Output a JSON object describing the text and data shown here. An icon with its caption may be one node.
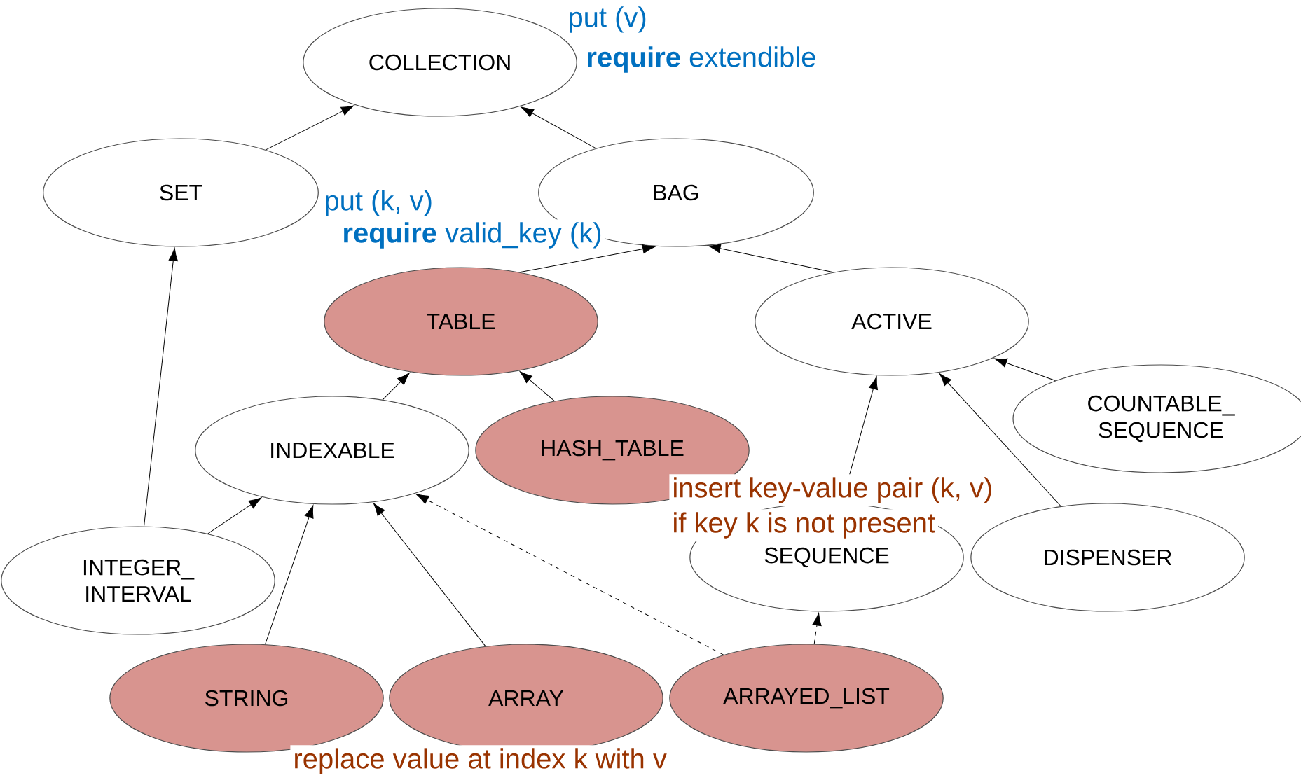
{
  "diagram": {
    "nodes": [
      {
        "text": [
          "COLLECTION"
        ]
      },
      {
        "text": [
          "SET"
        ]
      },
      {
        "text": [
          "BAG"
        ]
      },
      {
        "text": [
          "TABLE"
        ]
      },
      {
        "text": [
          "ACTIVE"
        ]
      },
      {
        "text": [
          "INDEXABLE"
        ]
      },
      {
        "text": [
          "HASH_TABLE"
        ]
      },
      {
        "text": [
          "COUNTABLE_ SEQUENCE"
        ]
      },
      {
        "text": [
          "INTEGER_ INTERVAL"
        ]
      },
      {
        "text": [
          "SEQUENCE"
        ]
      },
      {
        "text": [
          "DISPENSER"
        ]
      },
      {
        "text": [
          "STRING"
        ]
      },
      {
        "text": [
          "ARRAY"
        ]
      },
      {
        "text": [
          "ARRAYED_LIST"
        ]
      }
    ],
    "edges": [
      {
        "from": 1,
        "to": 0,
        "arrow": "to"
      },
      {
        "from": 2,
        "to": 0,
        "arrow": "to"
      },
      {
        "from": 3,
        "to": 2,
        "arrow": "to"
      },
      {
        "from": 4,
        "to": 2,
        "arrow": "to"
      },
      {
        "from": 5,
        "to": 3,
        "arrow": "to"
      },
      {
        "from": 6,
        "to": 3,
        "arrow": "to"
      },
      {
        "from": 7,
        "to": 4,
        "arrow": "to"
      },
      {
        "from": 9,
        "to": 4,
        "arrow": "to"
      },
      {
        "from": 10,
        "to": 4,
        "arrow": "to"
      },
      {
        "from": 8,
        "to": 1,
        "arrow": "to"
      },
      {
        "from": 8,
        "to": 5,
        "arrow": "to"
      },
      {
        "from": 11,
        "to": 5,
        "arrow": "to"
      },
      {
        "from": 12,
        "to": 5,
        "arrow": "to"
      },
      {
        "from": 13,
        "to": 5,
        "arrow": "to",
        "style": "dashed"
      },
      {
        "from": 13,
        "to": 9,
        "arrow": "to",
        "style": "dashed"
      }
    ],
    "labels": [
      "put (v)",
      "**require** extendible",
      "put (k, v)",
      "**require** valid_key (k)",
      "insert key-value pair (k, v)",
      "if key k is not present",
      "replace value at index k with v"
    ]
  }
}
